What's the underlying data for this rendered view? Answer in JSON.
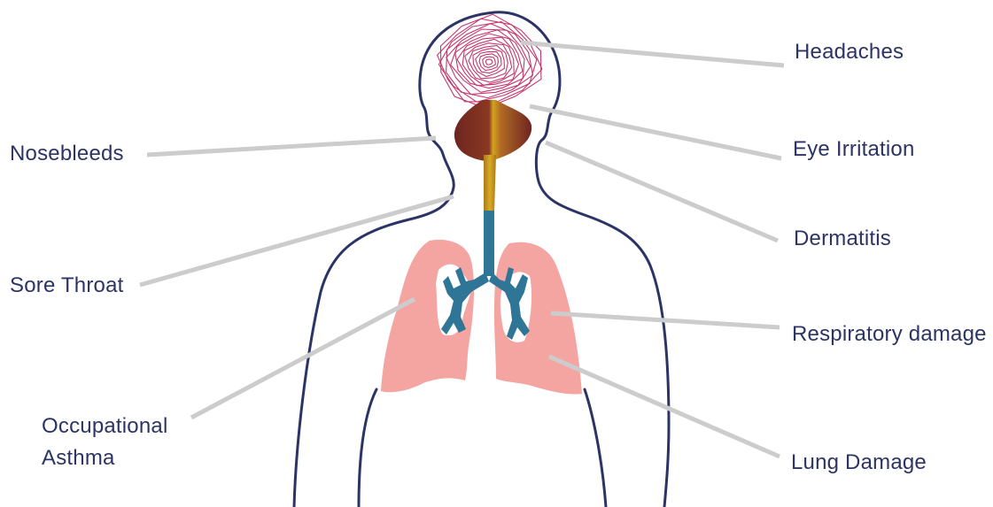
{
  "labels": {
    "headaches": "Headaches",
    "eye_irritation": "Eye Irritation",
    "dermatitis": "Dermatitis",
    "respiratory_damage": "Respiratory damage",
    "lung_damage": "Lung Damage",
    "nosebleeds": "Nosebleeds",
    "sore_throat": "Sore Throat",
    "occupational_asthma_line1": "Occupational",
    "occupational_asthma_line2": "Asthma"
  },
  "colors": {
    "outline": "#2c3466",
    "label_text": "#2c3466",
    "leader_line": "#cccccc",
    "lungs": "#f4a5a2",
    "bronchi": "#2e7596",
    "brain_swirl": "#c4376e",
    "mouth_dark": "#7a2a22",
    "mouth_gold": "#d4a21e"
  },
  "icons": {
    "figure": "human-silhouette-icon",
    "brain": "brain-swirl-icon",
    "lungs": "lungs-icon"
  }
}
